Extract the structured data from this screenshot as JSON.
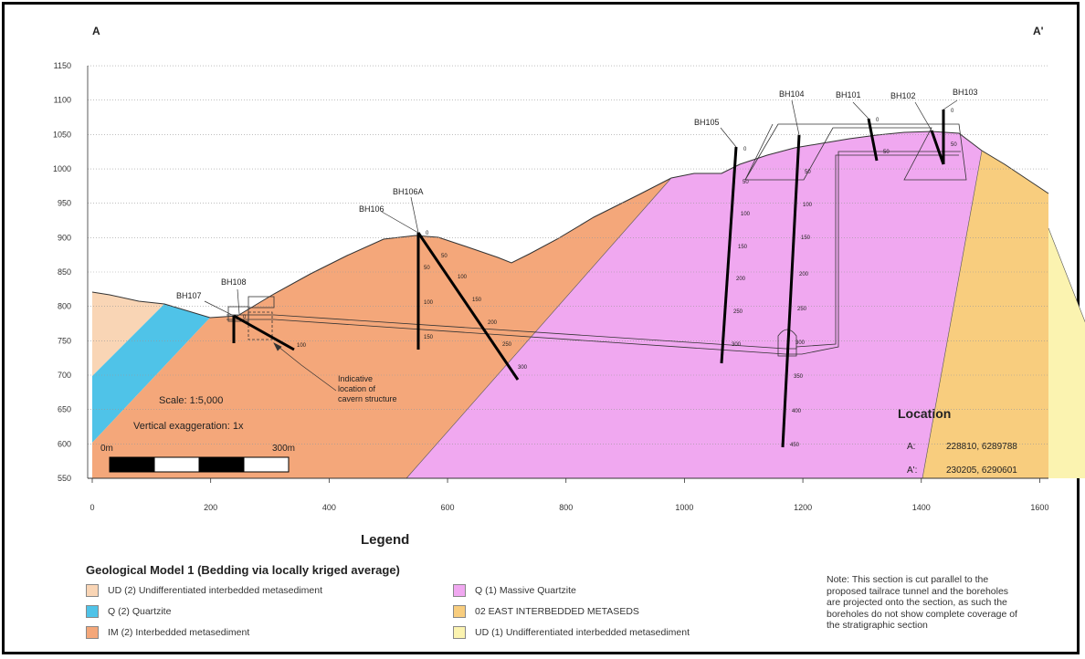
{
  "section": {
    "start_label": "A",
    "end_label": "A'"
  },
  "elevation_axis": {
    "ticks": [
      550,
      600,
      650,
      700,
      750,
      800,
      850,
      900,
      950,
      1000,
      1050,
      1100,
      1150
    ]
  },
  "distance_axis": {
    "ticks": [
      0,
      200,
      400,
      600,
      800,
      1000,
      1200,
      1400,
      1600
    ]
  },
  "boreholes": [
    {
      "name": "BH107"
    },
    {
      "name": "BH108"
    },
    {
      "name": "BH106"
    },
    {
      "name": "BH106A"
    },
    {
      "name": "BH105"
    },
    {
      "name": "BH104"
    },
    {
      "name": "BH101"
    },
    {
      "name": "BH102"
    },
    {
      "name": "BH103"
    }
  ],
  "depth_labels": {
    "bh108": [
      "0",
      "100"
    ],
    "bh106": [
      "0",
      "50",
      "100",
      "150"
    ],
    "bh106a": [
      "50",
      "100",
      "150",
      "200",
      "250",
      "300"
    ],
    "bh105": [
      "0",
      "50",
      "100",
      "150",
      "200",
      "250",
      "300"
    ],
    "bh104": [
      "50",
      "100",
      "150",
      "200",
      "250",
      "300",
      "350",
      "400",
      "450"
    ],
    "bh101": [
      "0",
      "50"
    ],
    "bh103": [
      "0",
      "50"
    ]
  },
  "annotations": {
    "cavern": [
      "Indicative",
      "location of",
      "cavern structure"
    ],
    "scale": "Scale: 1:5,000",
    "exaggeration": "Vertical exaggeration: 1x",
    "bar_start": "0m",
    "bar_end": "300m"
  },
  "location": {
    "title": "Location",
    "rows": [
      {
        "label": "A:",
        "value": "228810, 6289788"
      },
      {
        "label": "A':",
        "value": "230205, 6290601"
      }
    ]
  },
  "legend": {
    "title": "Legend",
    "model_title": "Geological Model 1 (Bedding via locally kriged average)",
    "items": [
      {
        "label": "UD (2) Undifferentiated interbedded metasediment",
        "color": "#f9d5b5"
      },
      {
        "label": "Q (2) Quartzite",
        "color": "#4fc3e8"
      },
      {
        "label": "IM (2) Interbedded metasediment",
        "color": "#f4a77a"
      },
      {
        "label": "Q (1) Massive Quartzite",
        "color": "#f0a8f0"
      },
      {
        "label": "02 EAST INTERBEDDED METASEDS",
        "color": "#f8cd7e"
      },
      {
        "label": "UD (1) Undifferentiated interbedded metasediment",
        "color": "#fbf3b0"
      }
    ]
  },
  "note": "Note: This section is cut parallel to the proposed tailrace tunnel and the boreholes are projected onto the section, as such the boreholes do not show complete coverage of the stratigraphic section"
}
